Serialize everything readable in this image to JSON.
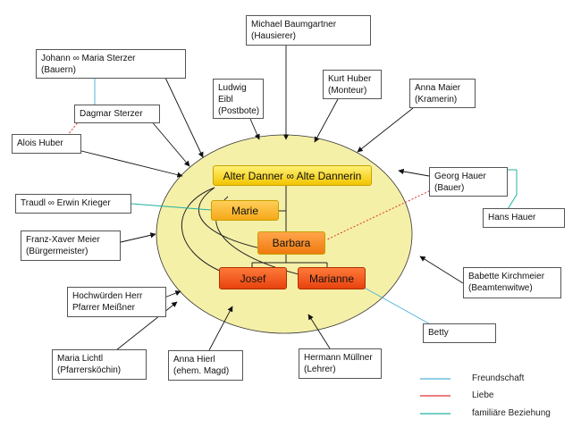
{
  "colors": {
    "ellipse_fill": "#f5f0a8",
    "freundschaft": "#4fb3d9",
    "liebe": "#e03030",
    "familiaer": "#20b0a0",
    "arrow": "#111111"
  },
  "core": {
    "ancestors": "Alter Danner ∞ Alte Dannerin",
    "marie": "Marie",
    "barbara": "Barbara",
    "josef": "Josef",
    "marianne": "Marianne"
  },
  "persons": {
    "michael": {
      "name": "Michael Baumgartner",
      "role": "(Hausierer)"
    },
    "johann_maria": {
      "name": "Johann ∞ Maria Sterzer",
      "role": "(Bauern)"
    },
    "ludwig": {
      "name": "Ludwig",
      "name2": "Eibl",
      "role": "(Postbote)"
    },
    "kurt": {
      "name": "Kurt Huber",
      "role": "(Monteur)"
    },
    "anna_maier": {
      "name": "Anna Maier",
      "role": "(Kramerin)"
    },
    "dagmar": {
      "name": "Dagmar Sterzer"
    },
    "alois": {
      "name": "Alois Huber"
    },
    "georg": {
      "name": "Georg Hauer",
      "role": "(Bauer)"
    },
    "traudl": {
      "name": "Traudl ∞ Erwin Krieger"
    },
    "hans": {
      "name": "Hans Hauer"
    },
    "franz": {
      "name": "Franz-Xaver Meier",
      "role": "(Bürgermeister)"
    },
    "babette": {
      "name": "Babette Kirchmeier",
      "role": "(Beamtenwitwe)"
    },
    "pfarrer": {
      "name": "Hochwürden Herr",
      "role": "Pfarrer Meißner"
    },
    "betty": {
      "name": "Betty"
    },
    "maria_lichtl": {
      "name": "Maria Lichtl",
      "role": "(Pfarrersköchin)"
    },
    "anna_hierl": {
      "name": "Anna Hierl",
      "role": "(ehem. Magd)"
    },
    "hermann": {
      "name": "Hermann Müllner",
      "role": "(Lehrer)"
    }
  },
  "legend": {
    "freundschaft": "Freundschaft",
    "liebe": "Liebe",
    "familiaer": "familiäre Beziehung"
  }
}
